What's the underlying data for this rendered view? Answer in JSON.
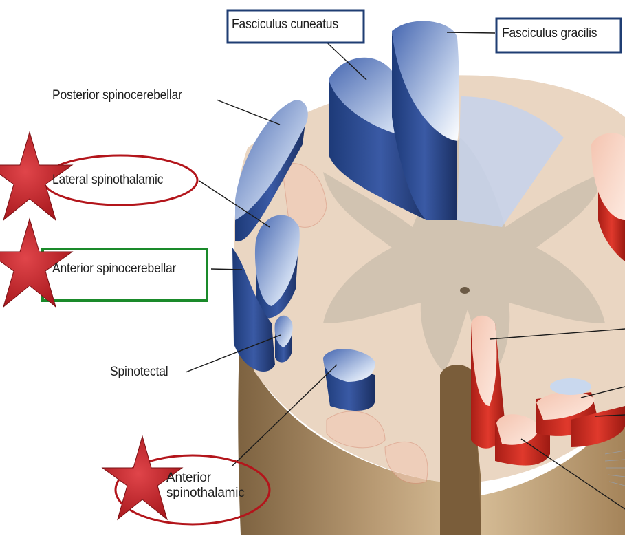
{
  "labels": {
    "fasciculus_cuneatus": "Fasciculus cuneatus",
    "fasciculus_gracilis": "Fasciculus gracilis",
    "posterior_spinocerebellar": "Posterior spinocerebellar",
    "lateral_spinothalamic": "Lateral spinothalamic",
    "anterior_spinocerebellar": "Anterior spinocerebellar",
    "spinotectal": "Spinotectal",
    "anterior_spinothalamic": "Anterior\nspinothalamic"
  },
  "colors": {
    "ascending_tract": "#2f4f8f",
    "descending_tract": "#d0372a",
    "gray_matter": "#cdbfae",
    "white_matter": "#e8d4c0",
    "cord_side": "#9c7c55",
    "highlight_box_blue": "#1f3d73",
    "highlight_box_green": "#1a8a2a",
    "highlight_ellipse_red": "#b3151b",
    "star": "#c0282c"
  },
  "icons": [
    "star-icon"
  ]
}
